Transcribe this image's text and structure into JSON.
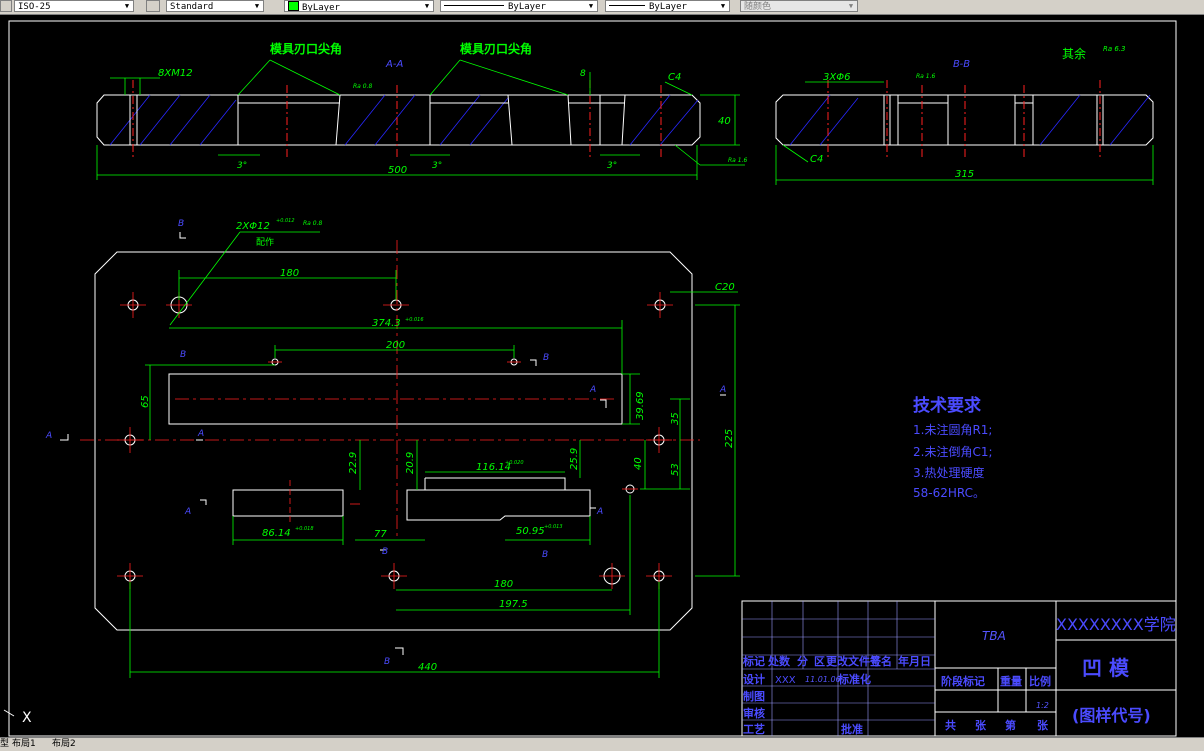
{
  "toolbar": {
    "dimstyle": "ISO-25",
    "textstyle": "Standard",
    "color": "ByLayer",
    "linetype": "ByLayer",
    "lineweight": "ByLayer",
    "plotstyle": "随颜色"
  },
  "statusbar": {
    "tabs": [
      "型",
      "布局1",
      "布局2"
    ]
  },
  "drawing": {
    "annotations": {
      "mold_edge_left": "模具刃口尖角",
      "mold_edge_right": "模具刃口尖角",
      "section_aa": "A-A",
      "section_bb": "B-B",
      "screw": "8XM12",
      "ra08": "Ra 0.8",
      "ra16": "Ra 1.6",
      "ra63": "Ra 6.3",
      "rest": "其余",
      "c4": "C4",
      "c20": "C20",
      "dim_500": "500",
      "dim_40": "40",
      "dim_8": "8",
      "dim_3deg": "3°",
      "dim_315": "315",
      "holes_3x6": "3XΦ6",
      "holes_2x12": "2XΦ12",
      "tol_012": "+0.012",
      "tol_0": "0",
      "fit": "配作",
      "dim_180_top": "180",
      "dim_3743": "374.3",
      "tol_016": "+0.016",
      "dim_200": "200",
      "dim_3969": "39.69",
      "tol_020": "+0.020",
      "dim_65": "65",
      "dim_35": "35",
      "dim_225": "225",
      "dim_229": "22.9",
      "dim_209": "20.9",
      "dim_1161": "116.14",
      "tol_020b": "+0.020",
      "dim_259": "25.9",
      "dim_40b": "40",
      "dim_53": "53",
      "dim_8614": "86.14",
      "tol_018": "+0.018",
      "dim_77": "77",
      "dim_5095": "50.95",
      "tol_013": "+0.013",
      "dim_180_bot": "180",
      "dim_1975": "197.5",
      "dim_440": "440",
      "label_a": "A",
      "label_b": "B"
    },
    "tech": {
      "title": "技术要求",
      "line1": "1.未注圆角R1;",
      "line2": "2.未注倒角C1;",
      "line3": "3.热处理硬度",
      "line4": "58-62HRC。"
    },
    "titleblock": {
      "school": "XXXXXXXX学院",
      "tba": "TBA",
      "part_name": "凹  模",
      "part_code": "(图样代号)",
      "header": [
        "标记",
        "处数",
        "分",
        "区",
        "更改文件号",
        "签名",
        "年月日"
      ],
      "designer_label": "设计",
      "designer_name": "XXX",
      "date": "11.01.06",
      "standardize": "标准化",
      "drafting": "制图",
      "review": "审核",
      "process": "工艺",
      "approve": "批准",
      "stage_mark": "阶段标记",
      "weight": "重量",
      "scale": "比例",
      "scale_value": "1:2",
      "total": "共",
      "sheet_unit": "张",
      "page": "第",
      "page_unit": "张"
    },
    "ucs": "X"
  }
}
